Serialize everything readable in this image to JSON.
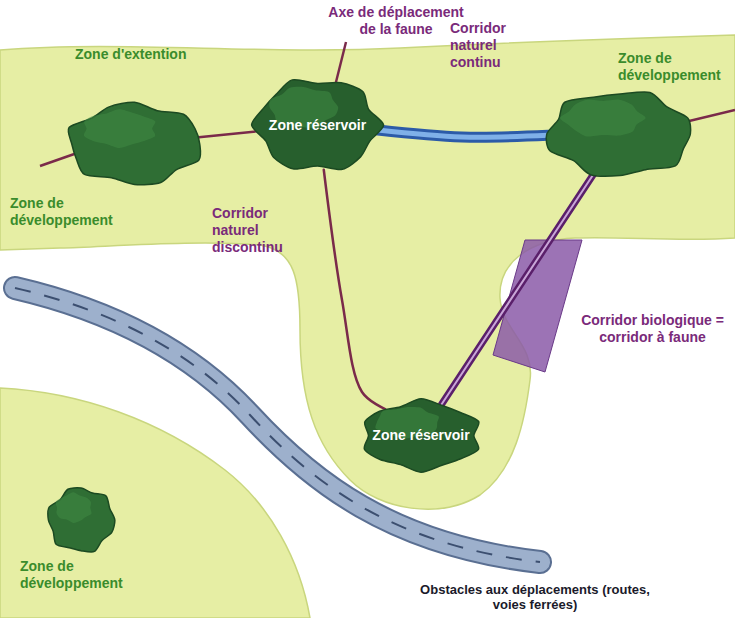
{
  "diagram": {
    "nodes": [
      {
        "text": [
          "Zone de développement"
        ]
      },
      {
        "text": [
          "Zone réservoir"
        ]
      },
      {
        "text": [
          "Zone de développement"
        ]
      },
      {
        "text": [
          "Zone réservoir"
        ]
      },
      {
        "text": [
          "Zone de développement"
        ]
      }
    ],
    "edges": [
      {
        "from": 0,
        "to": 1,
        "arrow": "none"
      },
      {
        "from": 1,
        "to": 2,
        "arrow": "none"
      },
      {
        "from": 1,
        "to": 3,
        "arrow": "none"
      },
      {
        "from": 2,
        "to": 3,
        "arrow": "none"
      }
    ],
    "labels": [
      "Axe de déplacement de la faune",
      "Zone d'extention",
      "Corridor naturel continu",
      "Corridor naturel discontinu",
      "Corridor biologique = corridor à faune",
      "Obstacles aux déplacements (routes, voies ferrées)"
    ]
  }
}
